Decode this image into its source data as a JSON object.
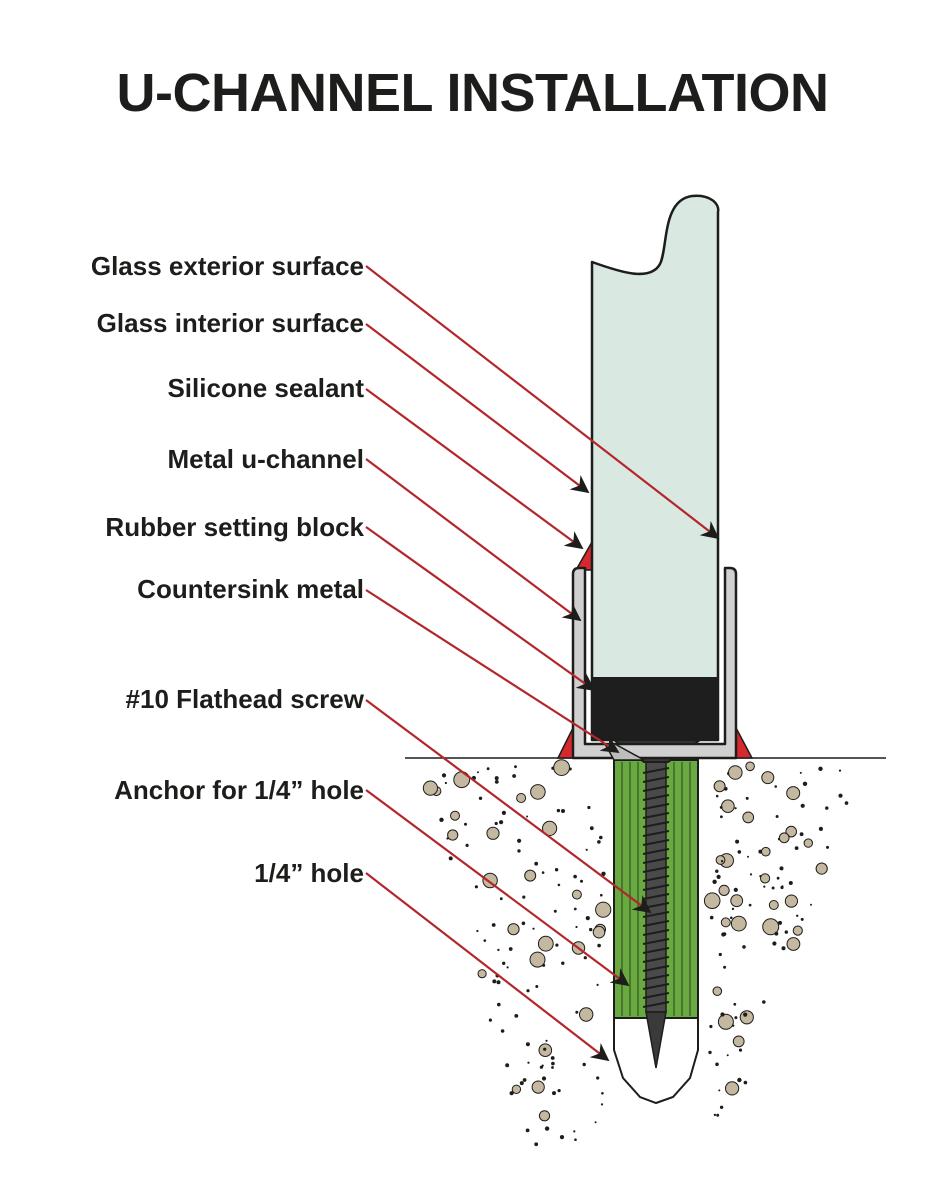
{
  "title": "U-CHANNEL INSTALLATION",
  "colors": {
    "text": "#1d1d1b",
    "leader_line": "#b3262b",
    "glass": "#d9e8e1",
    "u_channel": "#d0d0d0",
    "sealant": "#d7282f",
    "setting_block": "#1e1e1e",
    "anchor": "#6aa842",
    "screw": "#4a4a4a",
    "aggregate": "#c4b8a0"
  },
  "callouts": [
    {
      "id": "glass-exterior-surface",
      "label": "Glass exterior surface"
    },
    {
      "id": "glass-interior-surface",
      "label": "Glass interior surface"
    },
    {
      "id": "silicone-sealant",
      "label": "Silicone sealant"
    },
    {
      "id": "metal-u-channel",
      "label": "Metal u-channel"
    },
    {
      "id": "rubber-setting-block",
      "label": "Rubber setting block"
    },
    {
      "id": "countersink-metal",
      "label": "Countersink metal"
    },
    {
      "id": "flathead-screw",
      "label": "#10 Flathead screw"
    },
    {
      "id": "anchor",
      "label": "Anchor for 1/4” hole"
    },
    {
      "id": "hole",
      "label": "1/4” hole"
    }
  ]
}
